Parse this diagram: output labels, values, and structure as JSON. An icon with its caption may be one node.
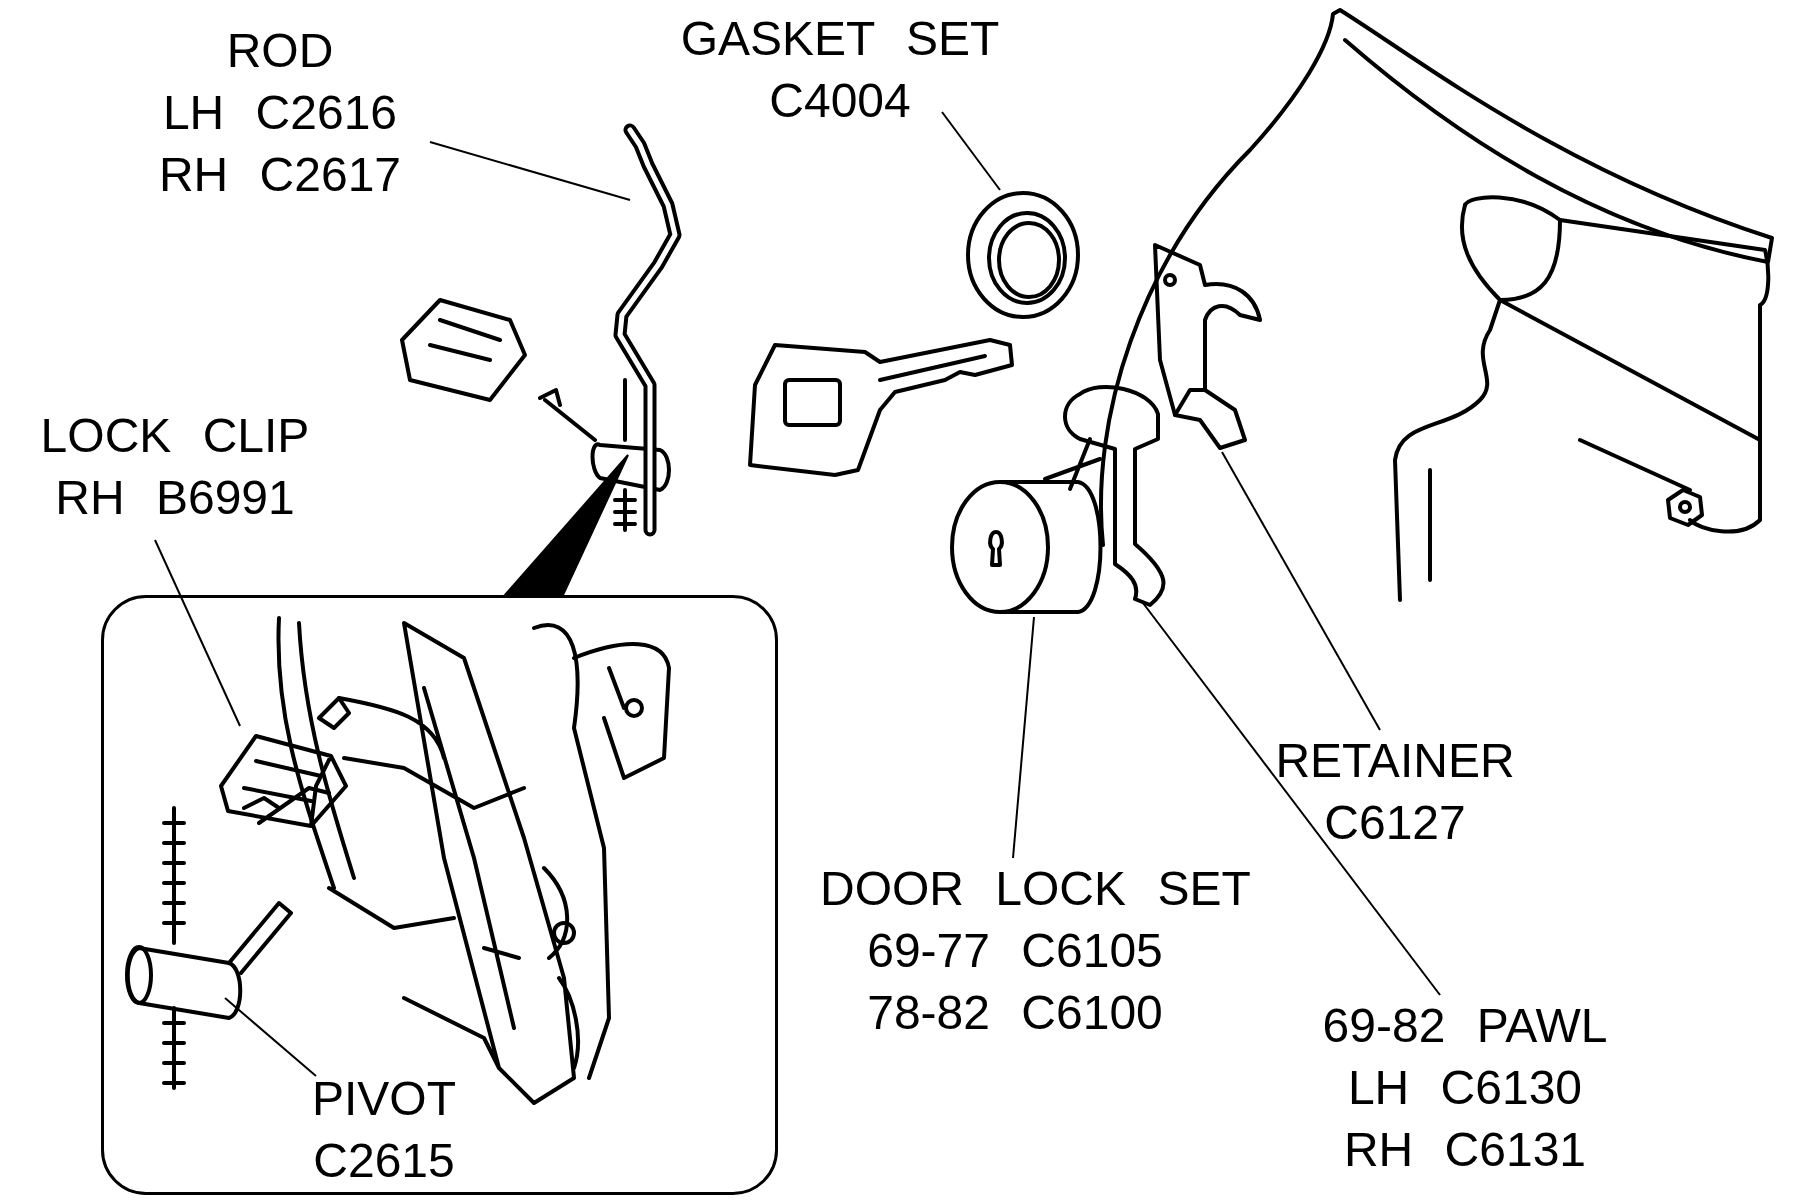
{
  "diagram": {
    "nodes": [
      {
        "text": [
          "ROD",
          "LH C2616",
          "RH C2617"
        ]
      },
      {
        "text": [],
        "shape": "picture"
      },
      {
        "text": [
          "GASKET SET",
          "C4004"
        ]
      },
      {
        "text": [],
        "shape": "picture"
      },
      {
        "text": [
          "LOCK CLIP",
          "RH B6991"
        ]
      },
      {
        "text": [],
        "shape": "box"
      },
      {
        "text": [],
        "shape": "picture",
        "in": 5
      },
      {
        "text": [],
        "shape": "picture",
        "in": 5
      },
      {
        "text": [
          "PIVOT",
          "C2615"
        ],
        "in": 5
      },
      {
        "text": [
          "RETAINER",
          "C6127"
        ]
      },
      {
        "text": [],
        "shape": "picture"
      },
      {
        "text": [
          "DOOR LOCK SET",
          "69-77 C6105",
          "78-82 C6100"
        ]
      },
      {
        "text": [],
        "shape": "picture"
      },
      {
        "text": [
          "69-82 PAWL",
          "LH C6130",
          "RH C6131"
        ]
      },
      {
        "text": [],
        "shape": "picture"
      }
    ],
    "edges": [
      {
        "from": 0,
        "to": 1,
        "arrow": "none"
      },
      {
        "from": 2,
        "to": 3,
        "arrow": "none"
      },
      {
        "from": 4,
        "to": 6,
        "arrow": "none"
      },
      {
        "from": 8,
        "to": 7,
        "arrow": "none"
      },
      {
        "from": 9,
        "to": 10,
        "arrow": "none"
      },
      {
        "from": 11,
        "to": 12,
        "arrow": "none"
      },
      {
        "from": 13,
        "to": 14,
        "arrow": "none"
      }
    ]
  }
}
